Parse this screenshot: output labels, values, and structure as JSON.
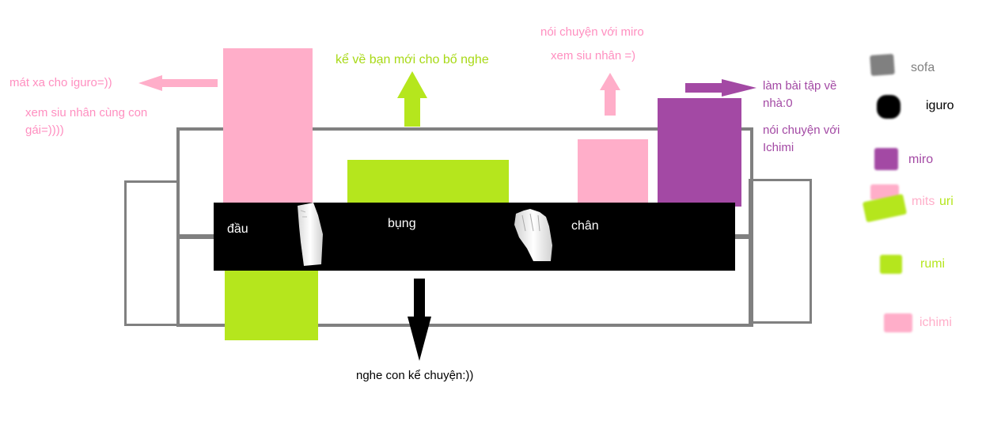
{
  "colors": {
    "sofa": "#808080",
    "iguro": "#000000",
    "miro": "#a349a4",
    "mitsuri_pink": "#ffaec9",
    "rumi": "#b5e61d",
    "ichimi": "#ffaec9",
    "label_pink": "#ff8fc0",
    "label_green": "#a8d916",
    "label_purple": "#a349a4"
  },
  "labels": {
    "head": "đầu",
    "belly": "bụng",
    "feet": "chân",
    "massage": "mát xa cho iguro=))",
    "watch_with_daughter": "xem siu nhân cùng con gái=))))",
    "tell_dad": "kể về bạn mới cho bố nghe",
    "talk_miro": "nói chuyện với miro",
    "watch_superhero": "xem siu nhân =)",
    "homework": "làm bài tập về nhà:0",
    "talk_ichimi": "nói chuyện với Ichimi",
    "listen_story": "nghe con kể chuyện:))"
  },
  "legend": {
    "sofa": "sofa",
    "iguro": "iguro",
    "miro": "miro",
    "mitsuri_a": "mits",
    "mitsuri_b": "uri",
    "rumi": "rumi",
    "ichimi": "ichimi"
  }
}
